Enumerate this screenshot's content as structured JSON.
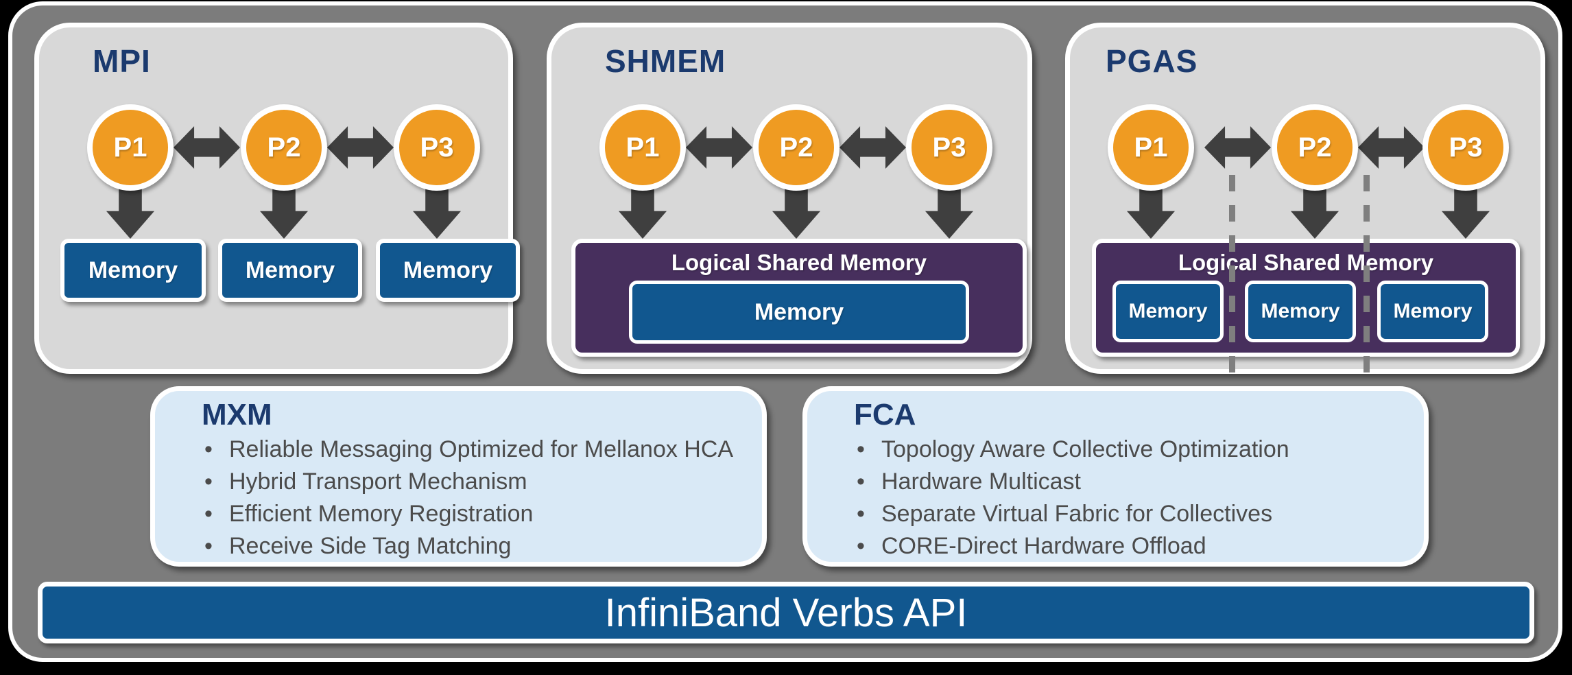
{
  "colors": {
    "background": "#000000",
    "board_gray": "#7c7c7c",
    "panel_gray": "#d8d8d8",
    "process_orange": "#ef9b22",
    "arrow_dark_gray": "#3f3f3f",
    "memory_blue": "#11578f",
    "shared_purple": "#472f5d",
    "feature_light_blue": "#d9e9f6",
    "title_navy": "#1b3a6e",
    "bullet_text_gray": "#4b4b4b"
  },
  "panels": [
    {
      "title": "MPI",
      "processes": [
        "P1",
        "P2",
        "P3"
      ],
      "memories": [
        "Memory",
        "Memory",
        "Memory"
      ]
    },
    {
      "title": "SHMEM",
      "processes": [
        "P1",
        "P2",
        "P3"
      ],
      "shared_memory_label": "Logical Shared Memory",
      "memories": [
        "Memory"
      ]
    },
    {
      "title": "PGAS",
      "processes": [
        "P1",
        "P2",
        "P3"
      ],
      "shared_memory_label": "Logical Shared Memory",
      "memories": [
        "Memory",
        "Memory",
        "Memory"
      ]
    }
  ],
  "feature_boxes": [
    {
      "title": "MXM",
      "bullets": [
        "Reliable Messaging Optimized for Mellanox HCA",
        "Hybrid Transport Mechanism",
        "Efficient Memory Registration",
        "Receive Side Tag Matching"
      ]
    },
    {
      "title": "FCA",
      "bullets": [
        "Topology Aware Collective Optimization",
        "Hardware Multicast",
        "Separate Virtual Fabric for Collectives",
        "CORE-Direct Hardware Offload"
      ]
    }
  ],
  "bottom_bar": {
    "label": "InfiniBand Verbs API"
  }
}
